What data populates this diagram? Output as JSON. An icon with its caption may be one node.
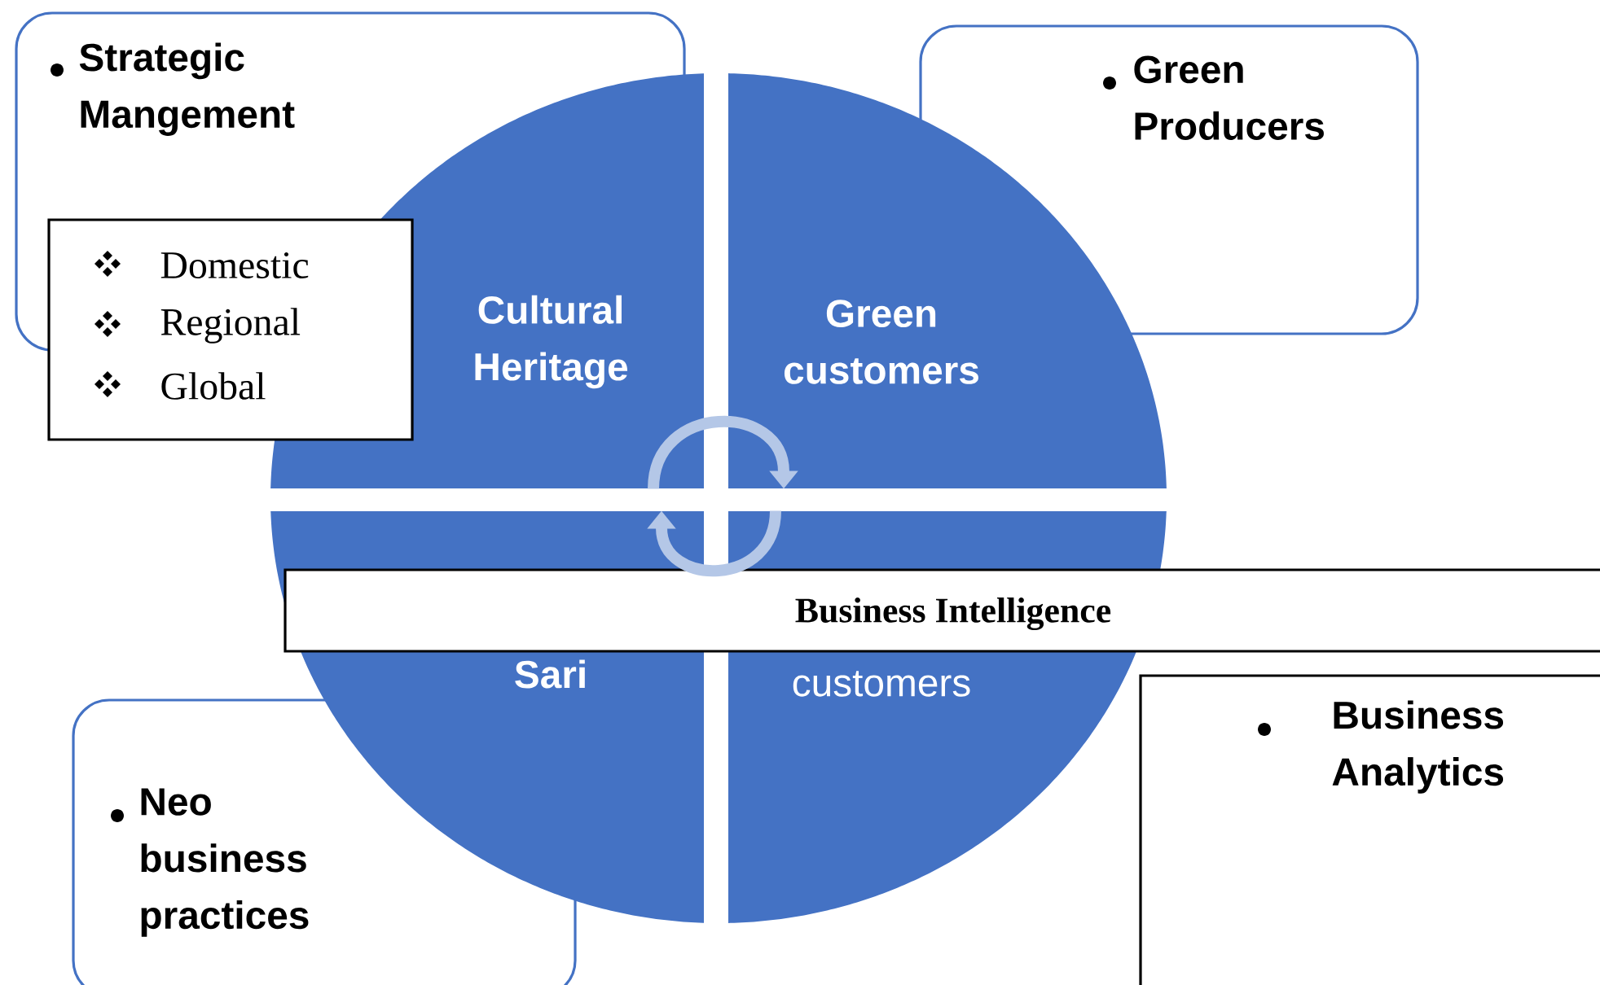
{
  "diagram": {
    "nodes": [
      {
        "text": [
          "Strategic Mangement"
        ]
      },
      {
        "text": [
          "Green Producers"
        ]
      },
      {
        "text": [
          "Domestic",
          "Regional",
          "Global"
        ]
      },
      {
        "text": [
          "Cultural Heritage"
        ]
      },
      {
        "text": [
          "Green customers"
        ]
      },
      {
        "text": [
          "Business Intelligence"
        ]
      },
      {
        "text": [
          "Sari"
        ]
      },
      {
        "text": [
          "customers"
        ]
      },
      {
        "text": [
          "Neo business practices"
        ]
      },
      {
        "text": [
          "Business Analytics"
        ]
      }
    ],
    "edges": [
      {
        "from": 3,
        "to": 4,
        "arrow": "to"
      },
      {
        "from": 7,
        "to": 6,
        "arrow": "to"
      }
    ]
  }
}
